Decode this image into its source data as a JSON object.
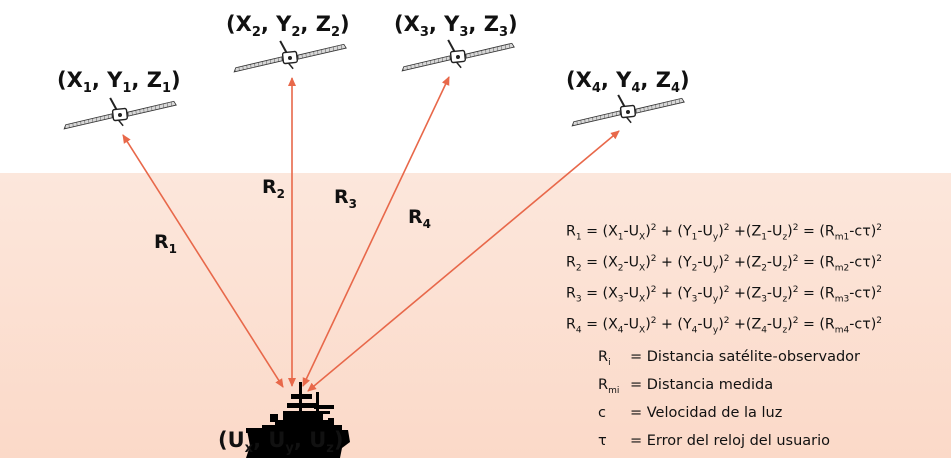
{
  "satellites": [
    {
      "x": "X",
      "xi": "1",
      "y": "Y",
      "yi": "1",
      "z": "Z",
      "zi": "1"
    },
    {
      "x": "X",
      "xi": "2",
      "y": "Y",
      "yi": "2",
      "z": "Z",
      "zi": "2"
    },
    {
      "x": "X",
      "xi": "3",
      "y": "Y",
      "yi": "3",
      "z": "Z",
      "zi": "3"
    },
    {
      "x": "X",
      "xi": "4",
      "y": "Y",
      "yi": "4",
      "z": "Z",
      "zi": "4"
    }
  ],
  "ranges": [
    {
      "r": "R",
      "i": "1"
    },
    {
      "r": "R",
      "i": "2"
    },
    {
      "r": "R",
      "i": "3"
    },
    {
      "r": "R",
      "i": "4"
    }
  ],
  "receiver": {
    "u": "U",
    "x": "x",
    "y": "y",
    "z": "z"
  },
  "equations": [
    {
      "i": "1",
      "m": "m1"
    },
    {
      "i": "2",
      "m": "m2"
    },
    {
      "i": "3",
      "m": "m3"
    },
    {
      "i": "4",
      "m": "m4"
    }
  ],
  "eq_parts": {
    "R": "R",
    "X": "X",
    "Y": "Y",
    "Z": "Z",
    "U": "U",
    "sx": "X",
    "sy": "y",
    "sz": "z",
    "sq": "2",
    "ctau": "-cτ",
    "eq": " = ",
    "plus": " + ",
    "pluscompact": " +"
  },
  "legend": [
    {
      "sym": "R",
      "sub": "i",
      "text": "= Distancia satélite-observador"
    },
    {
      "sym": "R",
      "sub": "mi",
      "text": "= Distancia medida"
    },
    {
      "sym": "c",
      "sub": "",
      "text": "= Velocidad de la luz"
    },
    {
      "sym": "τ",
      "sub": "",
      "text": "= Error del reloj del usuario"
    }
  ],
  "colors": {
    "arrow": "#e8684a",
    "ground": "#fbdccc"
  }
}
